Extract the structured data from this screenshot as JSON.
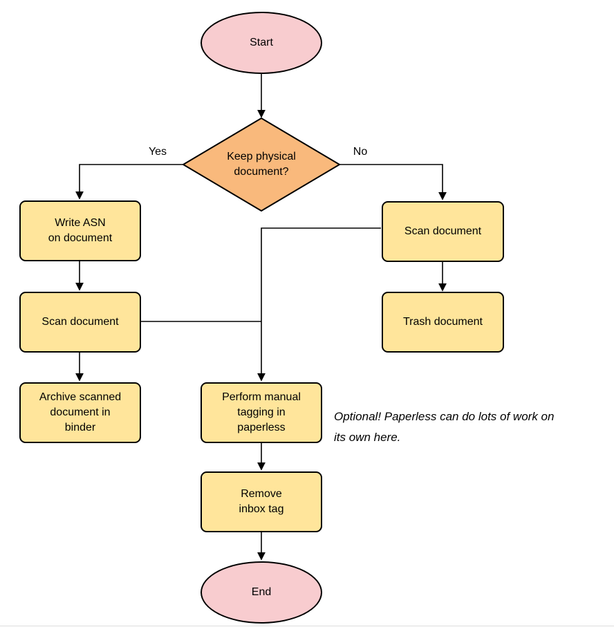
{
  "diagram": {
    "nodes": {
      "start": {
        "label": "Start",
        "shape": "terminal"
      },
      "decision": {
        "label": "Keep physical\ndocument?",
        "shape": "diamond"
      },
      "write_asn": {
        "label": "Write ASN\non document",
        "shape": "process"
      },
      "scan_left": {
        "label": "Scan document",
        "shape": "process"
      },
      "archive": {
        "label": "Archive scanned\ndocument in\nbinder",
        "shape": "process"
      },
      "scan_right": {
        "label": "Scan document",
        "shape": "process"
      },
      "trash": {
        "label": "Trash document",
        "shape": "process"
      },
      "tagging": {
        "label": "Perform manual\ntagging in\npaperless",
        "shape": "process"
      },
      "remove_inbox": {
        "label": "Remove\ninbox tag",
        "shape": "process"
      },
      "end": {
        "label": "End",
        "shape": "terminal"
      }
    },
    "edge_labels": {
      "yes": "Yes",
      "no": "No"
    },
    "annotation": "Optional! Paperless can do lots of work on\nits own here.",
    "colors": {
      "terminal_fill": "#F8CCCF",
      "decision_fill": "#F9B97C",
      "process_fill": "#FFE59B",
      "stroke": "#000000",
      "background": "#FFFFFF"
    }
  }
}
